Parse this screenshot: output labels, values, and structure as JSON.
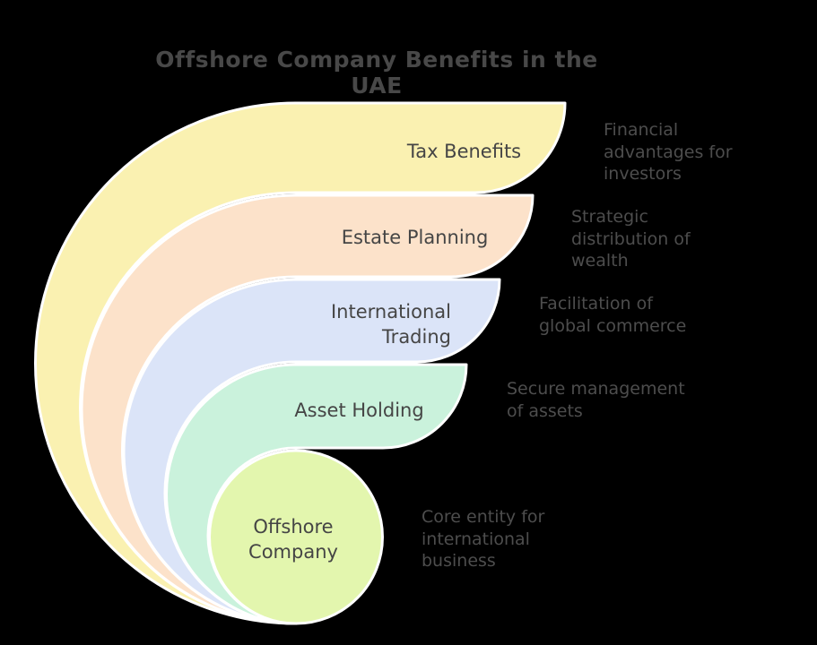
{
  "title": "Offshore Company Benefits in the UAE",
  "colors": {
    "background": "#000000",
    "outline": "#ffffff",
    "title_text": "#484848",
    "band_label_text": "#454545",
    "note_text": "#4d4d4d"
  },
  "items": [
    {
      "label": "Tax Benefits",
      "description": "Financial advantages for investors",
      "color": "#faf1b1"
    },
    {
      "label": "Estate Planning",
      "description": "Strategic distribution of wealth",
      "color": "#fce2ca"
    },
    {
      "label": "International Trading",
      "description": "Facilitation of global commerce",
      "color": "#dbe4f8"
    },
    {
      "label": "Asset Holding",
      "description": "Secure management of assets",
      "color": "#caf2dc"
    },
    {
      "label": "Offshore Company",
      "description": "Core entity for international business",
      "color": "#e3f6ae"
    }
  ]
}
